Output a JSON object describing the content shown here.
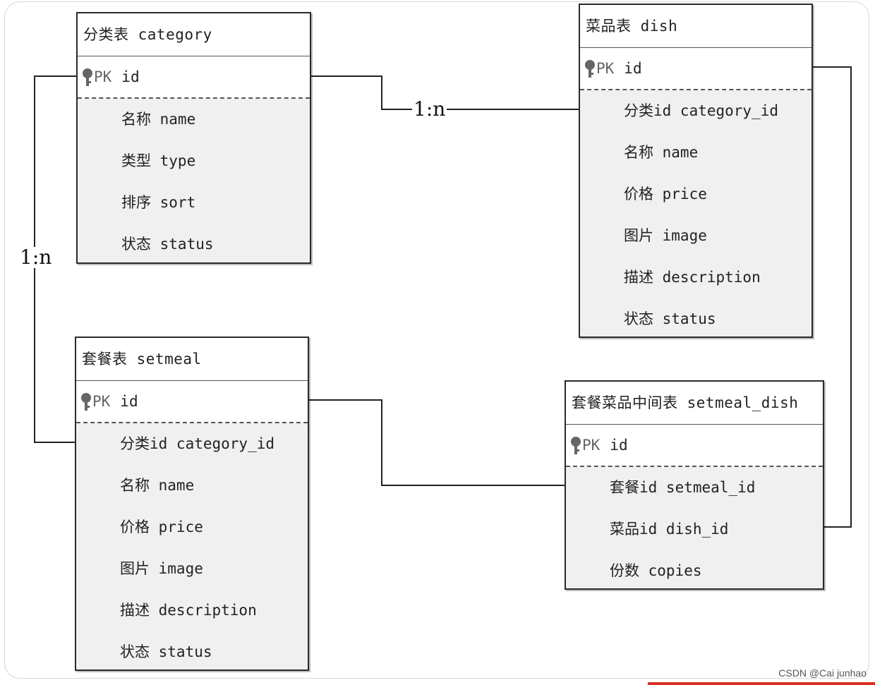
{
  "tables": {
    "category": {
      "title": "分类表 category",
      "pk_label": "PK",
      "pk_field": "id",
      "fields": [
        "名称 name",
        "类型 type",
        "排序 sort",
        "状态 status"
      ]
    },
    "dish": {
      "title": "菜品表 dish",
      "pk_label": "PK",
      "pk_field": "id",
      "fields": [
        "分类id category_id",
        "名称 name",
        "价格 price",
        "图片 image",
        "描述 description",
        "状态 status"
      ]
    },
    "setmeal": {
      "title": "套餐表 setmeal",
      "pk_label": "PK",
      "pk_field": "id",
      "fields": [
        "分类id category_id",
        "名称 name",
        "价格 price",
        "图片 image",
        "描述 description",
        "状态 status"
      ]
    },
    "setmeal_dish": {
      "title": "套餐菜品中间表 setmeal_dish",
      "pk_label": "PK",
      "pk_field": "id",
      "fields": [
        "套餐id setmeal_id",
        "菜品id dish_id",
        "份数 copies"
      ]
    }
  },
  "relations": {
    "category_dish": "1:n",
    "category_setmeal": "1:n"
  },
  "watermark": "CSDN @Cai junhao",
  "colors": {
    "border": "#2a2a2a",
    "field_bg": "#f0f0f0",
    "accent_bar": "#d93025"
  }
}
